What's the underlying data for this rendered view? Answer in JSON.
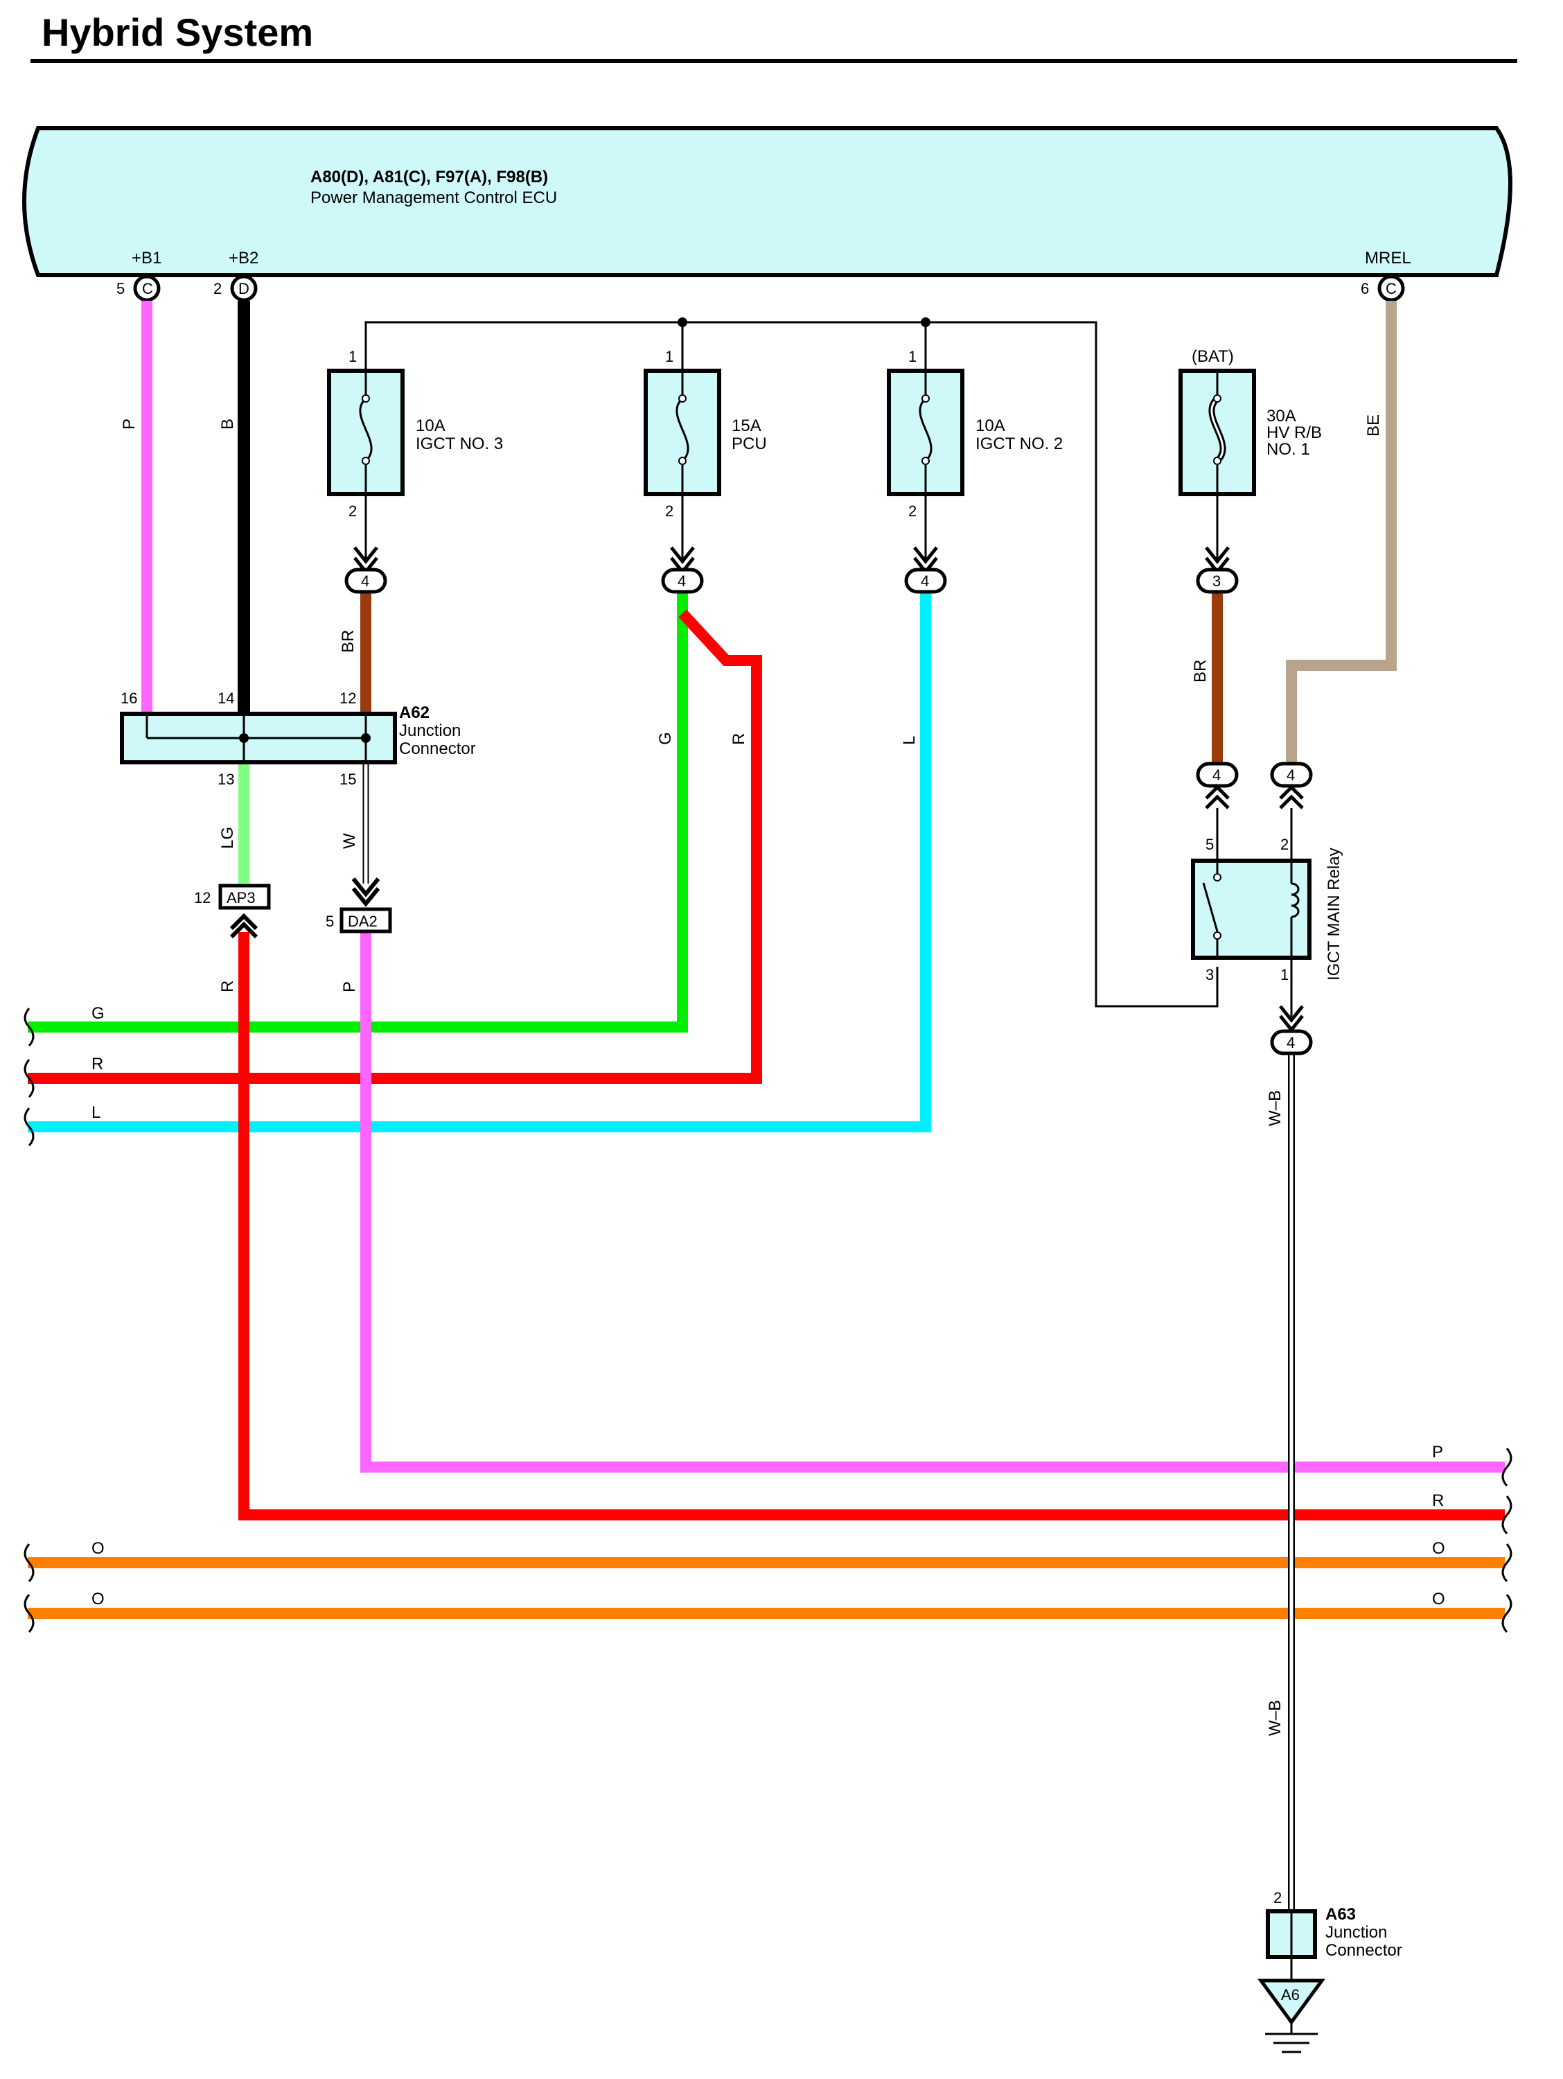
{
  "page": {
    "title": "Hybrid System"
  },
  "colors": {
    "pink": "#ff66ff",
    "black": "#000000",
    "brown": "#9a3b0e",
    "green": "#00ee00",
    "red": "#ff0000",
    "cyan": "#00f0ff",
    "lightgreen": "#80ff80",
    "beige": "#b8a48c",
    "orange": "#ff7f00",
    "panel": "#cff8f8"
  },
  "ecu": {
    "connectors": "A80(D), A81(C), F97(A), F98(B)",
    "name": "Power Management Control ECU",
    "terminals": [
      {
        "pin": "5",
        "conn": "C",
        "name": "+B1"
      },
      {
        "pin": "2",
        "conn": "D",
        "name": "+B2"
      },
      {
        "pin": "6",
        "conn": "C",
        "name": "MREL"
      }
    ]
  },
  "fuses": [
    {
      "rating": "10A",
      "name": "IGCT NO. 3",
      "in_pin": "1",
      "out_pin": "2",
      "conn_pin": "4",
      "wire_out": "BR"
    },
    {
      "rating": "15A",
      "name": "PCU",
      "in_pin": "1",
      "out_pin": "2",
      "conn_pin": "4",
      "wire_out_1": "G",
      "wire_out_2": "R"
    },
    {
      "rating": "10A",
      "name": "IGCT NO. 2",
      "in_pin": "1",
      "out_pin": "2",
      "conn_pin": "4",
      "wire_out": "L"
    },
    {
      "supply": "(BAT)",
      "rating": "30A",
      "name": "HV R/B",
      "name2": "NO. 1",
      "conn_pin": "3",
      "wire_out": "BR"
    }
  ],
  "wire_labels": {
    "p": "P",
    "b": "B",
    "be": "BE",
    "lg": "LG",
    "w": "W",
    "r": "R",
    "wb": "W–B"
  },
  "a62": {
    "code": "A62",
    "line1": "Junction",
    "line2": "Connector",
    "pins": [
      "16",
      "14",
      "12",
      "13",
      "15"
    ]
  },
  "ap3": {
    "code": "AP3",
    "pin": "12"
  },
  "da2": {
    "code": "DA2",
    "pin": "5"
  },
  "relay": {
    "name": "IGCT MAIN Relay",
    "pins": [
      "5",
      "2",
      "3",
      "1"
    ],
    "conn_pins": [
      "4",
      "4",
      "4"
    ]
  },
  "bus_lines": {
    "left": [
      "G",
      "R",
      "L"
    ],
    "right": [
      "P",
      "R",
      "O",
      "O"
    ],
    "orange_left": [
      "O",
      "O"
    ]
  },
  "a63": {
    "code": "A63",
    "line1": "Junction",
    "line2": "Connector",
    "pin": "2"
  },
  "ground": {
    "code": "A6"
  }
}
